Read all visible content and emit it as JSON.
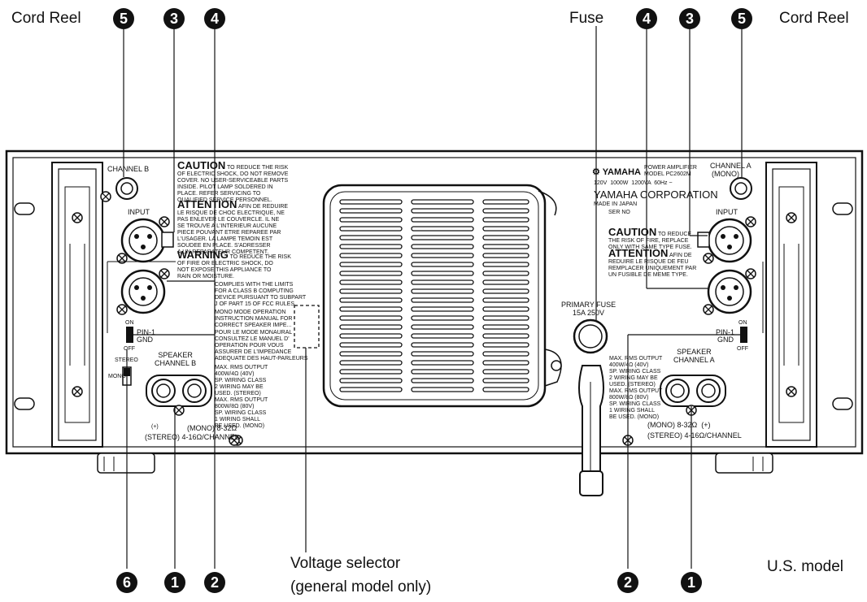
{
  "callouts": {
    "cord_reel_left": "Cord Reel",
    "cord_reel_right": "Cord Reel",
    "fuse": "Fuse",
    "voltage_selector": "Voltage selector",
    "voltage_selector_note": "(general model only)",
    "us_model": "U.S. model"
  },
  "badges": {
    "top_left": [
      "5",
      "3",
      "4"
    ],
    "top_right": [
      "4",
      "3",
      "5"
    ],
    "bottom_left": [
      "6",
      "1",
      "2"
    ],
    "bottom_right": [
      "2",
      "1"
    ]
  },
  "panel": {
    "channel_b": "CHANNEL B",
    "channel_a": "CHANNEL A",
    "channel_a_sub": "(MONO)",
    "input_left": "INPUT",
    "input_right": "INPUT",
    "pin1_left": "PIN-1",
    "gnd_left": "GND",
    "on_left": "ON",
    "off_left": "OFF",
    "pin1_right": "PIN-1",
    "gnd_right": "GND",
    "on_right": "ON",
    "off_right": "OFF",
    "stereo": "STEREO",
    "mono": "MONO",
    "speaker_b": "SPEAKER\nCHANNEL B",
    "speaker_a": "SPEAKER\nCHANNEL A",
    "mono_b": "(MONO) 8-32Ω",
    "plus_b": "(+)",
    "stereo_b": "(STEREO) 4-16Ω/CHANNEL",
    "mono_a": "(MONO) 8-32Ω  (+)",
    "stereo_a": "(STEREO) 4-16Ω/CHANNEL",
    "primary_fuse": "PRIMARY FUSE",
    "fuse_rating": "15A 250V",
    "brand": "YAMAHA",
    "brand_model": "POWER AMPLIFIER\nMODEL PC2602M",
    "ratings": "120V  1000W  1200VA  60Hz ~",
    "corporation": "YAMAHA CORPORATION",
    "made_in": "MADE IN JAPAN",
    "ser_no": "SER NO",
    "caution_left_head": "CAUTION",
    "caution_left": " TO REDUCE THE RISK\nOF ELECTRIC SHOCK, DO NOT REMOVE\nCOVER. NO USER-SERVICEABLE PARTS\nINSIDE. PILOT LAMP SOLDERED IN\nPLACE. REFER SERVICING TO\nQUALIFIED SERVICE PERSONNEL.",
    "attention_left_head": "ATTENTION",
    "attention_left": " AFIN DE REDUIRE\nLE RISQUE DE CHOC ELECTRIQUE, NE\nPAS ENLEVER LE COUVERCLE. IL NE\nSE TROUVE A L'INTERIEUR AUCUNE\nPIECE POUVANT ETRE REPAREE PAR\nL'USAGER. LA LAMPE TEMOIN EST\nSOUDEE EN PLACE. S'ADRESSER\nA UN REPARATEUR COMPETENT.",
    "warning_head": "WARNING",
    "warning": " TO REDUCE THE RISK\nOF FIRE OR ELECTRIC SHOCK, DO\nNOT EXPOSE THIS APPLIANCE TO\nRAIN OR MOISTURE.",
    "fcc": "COMPLIES WITH THE LIMITS\nFOR A CLASS B COMPUTING\nDEVICE PURSUANT TO SUBPART\nJ OF PART 15 OF FCC RULES.",
    "mono_mode": "MONO MODE OPERATION\nINSTRUCTION MANUAL FOR\nCORRECT SPEAKER IMPE...",
    "mode_mono_fr": "POUR LE MODE MONAURAL\nCONSULTEZ LE MANUEL D'\nOPERATION POUR VOUS\nASSURER DE L'IMPEDANCE\nADEQUATE DES HAUT-PARLEURS",
    "max_rms_left": "MAX. RMS OUTPUT\n400W/4Ω (40V)\nSP. WIRING CLASS\n2 WIRING MAY BE\nUSED. (STEREO)\nMAX. RMS OUTPUT\n800W/8Ω (80V)\nSP. WIRING CLASS\n1 WIRING SHALL\nBE USED. (MONO)",
    "max_rms_right": "MAX. RMS OUTPUT\n400W/4Ω (40V)\nSP. WIRING CLASS\n2 WIRING MAY BE\nUSED. (STEREO)\nMAX. RMS OUTPUT\n800W/8Ω (80V)\nSP. WIRING CLASS\n1 WIRING SHALL\nBE USED. (MONO)",
    "caution_right_head": "CAUTION",
    "caution_right": " TO REDUCE\nTHE RISK OF FIRE, REPLACE\nONLY WITH SAME TYPE FUSE.",
    "attention_right_head": "ATTENTION",
    "attention_right": " AFIN DE\nREDUIRE LE RISQUE DE FEU\nREMPLACER UNIQUEMENT PAR\nUN FUSIBLE DE MEME TYPE."
  }
}
